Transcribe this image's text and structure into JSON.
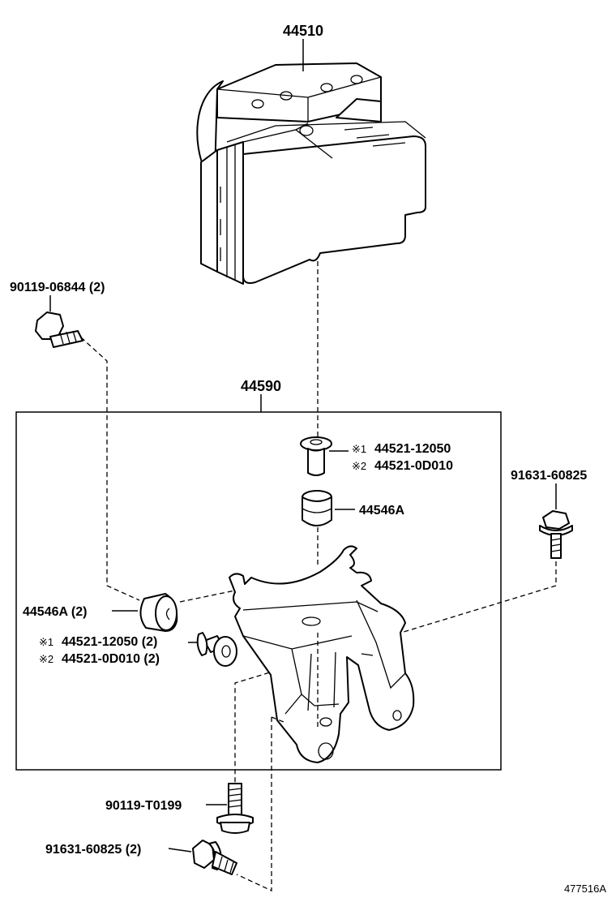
{
  "labels": {
    "actuator": "44510",
    "bracket_assy": "44590",
    "bolt_top_left": "90119-06844 (2)",
    "note1_mark": "※1",
    "note2_mark": "※2",
    "bolt_center_1": "44521-12050",
    "bolt_center_2": "44521-0D010",
    "cushion_center": "44546A",
    "bolt_right": "91631-60825",
    "cushion_left": "44546A (2)",
    "bolt_left_1": "44521-12050 (2)",
    "bolt_left_2": "44521-0D010 (2)",
    "bolt_bottom": "90119-T0199",
    "bolt_bottom_2": "91631-60825 (2)",
    "diagram_id": "477516A"
  }
}
